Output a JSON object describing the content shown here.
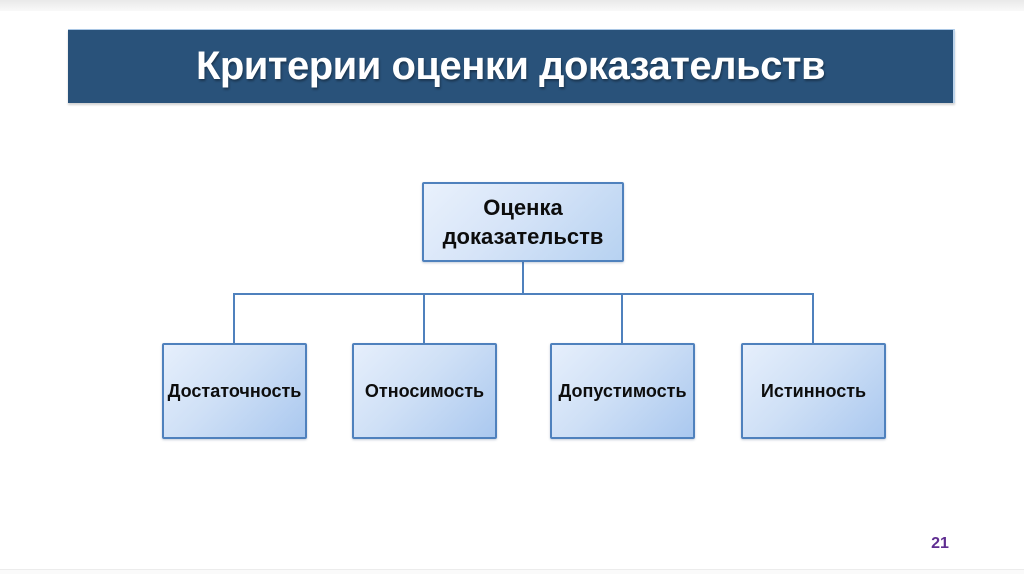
{
  "slide": {
    "header": {
      "title": "Критерии оценки доказательств"
    },
    "diagram": {
      "type": "hierarchy",
      "root_label": "Оценка доказательств",
      "children": [
        {
          "label": "Достаточность"
        },
        {
          "label": "Относимость"
        },
        {
          "label": "Допустимость"
        },
        {
          "label": "Истинность"
        }
      ]
    },
    "footer": {
      "page_number": "21"
    },
    "colors": {
      "title_bar_bg": "#29527a",
      "title_text": "#ffffff",
      "box_border": "#4f81bd",
      "box_gradient_start": "#e9f1fc",
      "box_gradient_end": "#aac8ef",
      "connector": "#4f81bd",
      "box_text": "#0d0d0d",
      "page_number": "#5f2d91",
      "background": "#ffffff"
    }
  }
}
